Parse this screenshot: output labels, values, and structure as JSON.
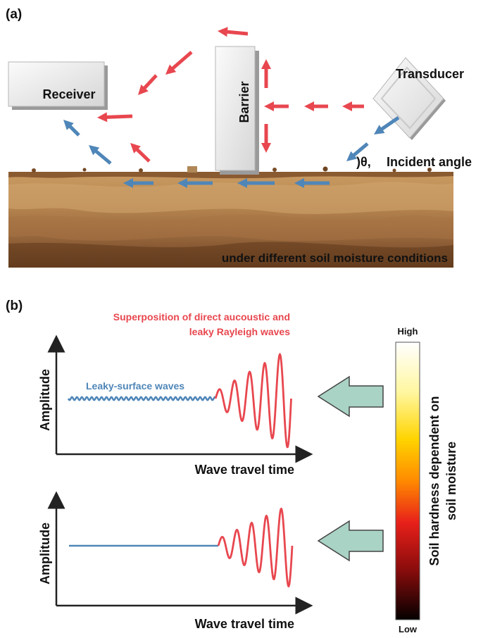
{
  "panel_a": {
    "label": "(a)",
    "receiver_label": "Receiver",
    "barrier_label": "Barrier",
    "transducer_label": "Transducer",
    "angle_symbol": ")θ,",
    "angle_label": "Incident angle",
    "soil_caption": "under different soil moisture conditions"
  },
  "panel_b": {
    "label": "(b)",
    "superposition_line1": "Superposition of direct aucoustic and",
    "superposition_line2": "leaky Rayleigh waves",
    "leaky_label": "Leaky-surface waves",
    "top_plot": {
      "ylabel": "Amplitude",
      "xlabel": "Wave travel time"
    },
    "bottom_plot": {
      "ylabel": "Amplitude",
      "xlabel": "Wave travel time"
    },
    "colorbar": {
      "high_label": "High",
      "low_label": "Low",
      "title_line1": "Soil hardness dependent on",
      "title_line2": "soil moisture"
    }
  },
  "colors": {
    "red_wave": "#e8474f",
    "blue_wave": "#4f86b8",
    "arrow_fill": "#a9d3c4",
    "soil_top": "#c79a63",
    "soil_bottom": "#6e4422"
  }
}
